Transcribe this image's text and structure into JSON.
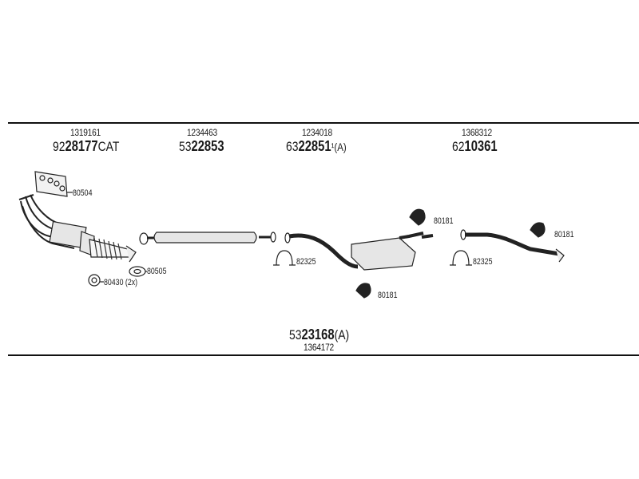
{
  "assemblies": {
    "a1": {
      "code": "1319161",
      "prefix": "92",
      "number": "28177",
      "suffix": "CAT"
    },
    "a2": {
      "code": "1234463",
      "prefix": "53",
      "number": "22853",
      "suffix": ""
    },
    "a3": {
      "code": "1234018",
      "prefix": "63",
      "number": "22851",
      "suffix": "¹(A)"
    },
    "a4": {
      "code": "1368312",
      "prefix": "62",
      "number": "10361",
      "suffix": ""
    },
    "bottom": {
      "code": "1364172",
      "prefix": "53",
      "number": "23168",
      "suffix": "(A)"
    }
  },
  "parts": {
    "gasket_manifold": "80504",
    "gasket_flange": "80505",
    "nut": "80430 (2x)",
    "hanger_1": "80181",
    "hanger_2": "80181",
    "hanger_3": "80181",
    "clamp_1": "82325",
    "clamp_2": "82325"
  }
}
